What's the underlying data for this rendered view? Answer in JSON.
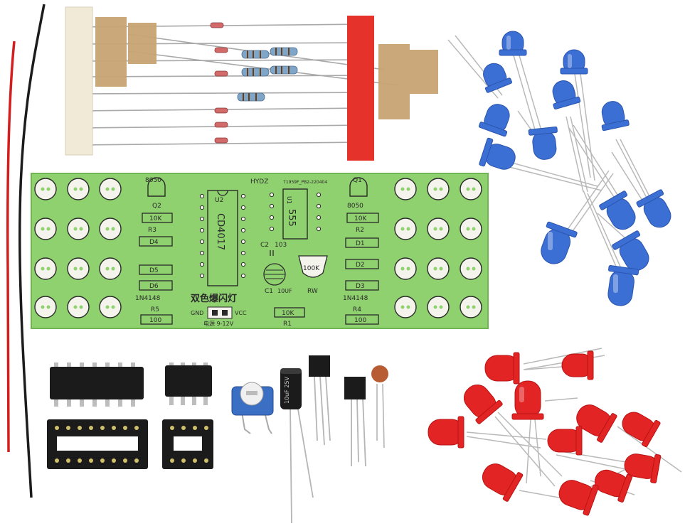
{
  "colors": {
    "pcb": "#8fd16f",
    "pcb_edge": "#6fb653",
    "silk": "#2a2a2a",
    "pad": "#f4f4ec",
    "led_blue": "#3b6fd4",
    "led_red": "#e32424",
    "resistor_body": "#7fa6c8",
    "tape_red": "#e5322a",
    "tape_white": "#f1ead6",
    "paper_tan": "#c8a373",
    "ic_body": "#1b1b1b"
  },
  "pcb": {
    "brand": "HYDZ",
    "code": "71959F_PB2-220404",
    "title_cn": "双色爆闪灯",
    "power_label": "电源 9-12V",
    "gnd": "GND",
    "vcc": "VCC",
    "labels": {
      "q2": "Q2",
      "q2_part": "8050",
      "q1": "Q1",
      "q1_part": "8050",
      "u2": "U2",
      "u2_part": "CD4017",
      "u1": "U1",
      "u1_part": "555",
      "r3": "R3",
      "r3_val": "10K",
      "r2": "R2",
      "r2_val": "10K",
      "r5": "R5",
      "r5_val": "100",
      "r4": "R4",
      "r4_val": "100",
      "r1": "R1",
      "r1_val": "10K",
      "d4": "D4",
      "d5": "D5",
      "d6": "D6",
      "d1": "D1",
      "d2": "D2",
      "d3": "D3",
      "diode_left": "1N4148",
      "diode_right": "1N4148",
      "c2": "C2",
      "c2_val": "103",
      "c1": "C1",
      "c1_val": "10UF",
      "rw": "RW",
      "rw_val": "100K"
    }
  },
  "components": {
    "cap_print": "10uF 25V"
  }
}
